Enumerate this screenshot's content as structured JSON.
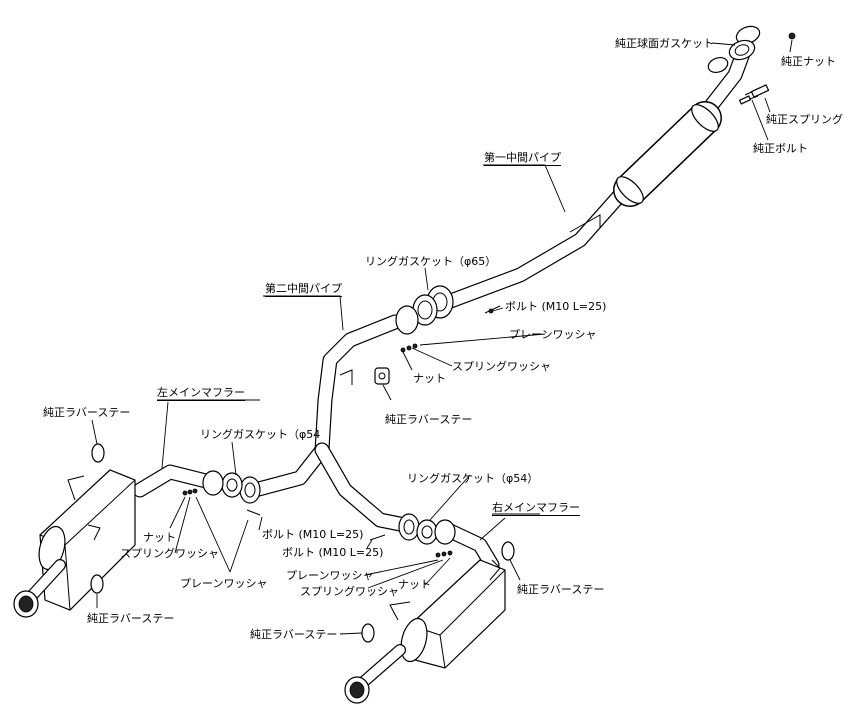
{
  "labels": {
    "oe_spherical_gasket": "純正球面ガスケット",
    "oe_nut": "純正ナット",
    "oe_spring": "純正スプリング",
    "oe_bolt": "純正ボルト",
    "first_mid_pipe": "第一中間パイプ",
    "ring_gasket_65": "リングガスケット（φ65）",
    "second_mid_pipe": "第二中間パイプ",
    "bolt_top": "ボルト (M10 L=25)",
    "plain_washer_top": "プレーンワッシャ",
    "spring_washer_top": "スプリングワッシャ",
    "nut_top": "ナット",
    "oe_rubber_stay_mid": "純正ラバーステー",
    "left_main_muffler": "左メインマフラー",
    "oe_rubber_stay_left_top": "純正ラバーステー",
    "ring_gasket_54_left": "リングガスケット（φ54",
    "ring_gasket_54_right": "リングガスケット（φ54）",
    "right_main_muffler": "右メインマフラー",
    "nut_left": "ナット",
    "spring_washer_left": "スプリングワッシャ",
    "bolt_left": "ボルト (M10 L=25)",
    "bolt_right": "ボルト (M10 L=25)",
    "plain_washer_left": "プレーンワッシャ",
    "plain_washer_right": "プレーンワッシャ",
    "nut_right": "ナット",
    "spring_washer_right": "スプリングワッシャ",
    "oe_rubber_stay_right": "純正ラバーステー",
    "oe_rubber_stay_left_bottom": "純正ラバーステー",
    "oe_rubber_stay_bottom_center": "純正ラバーステー"
  }
}
